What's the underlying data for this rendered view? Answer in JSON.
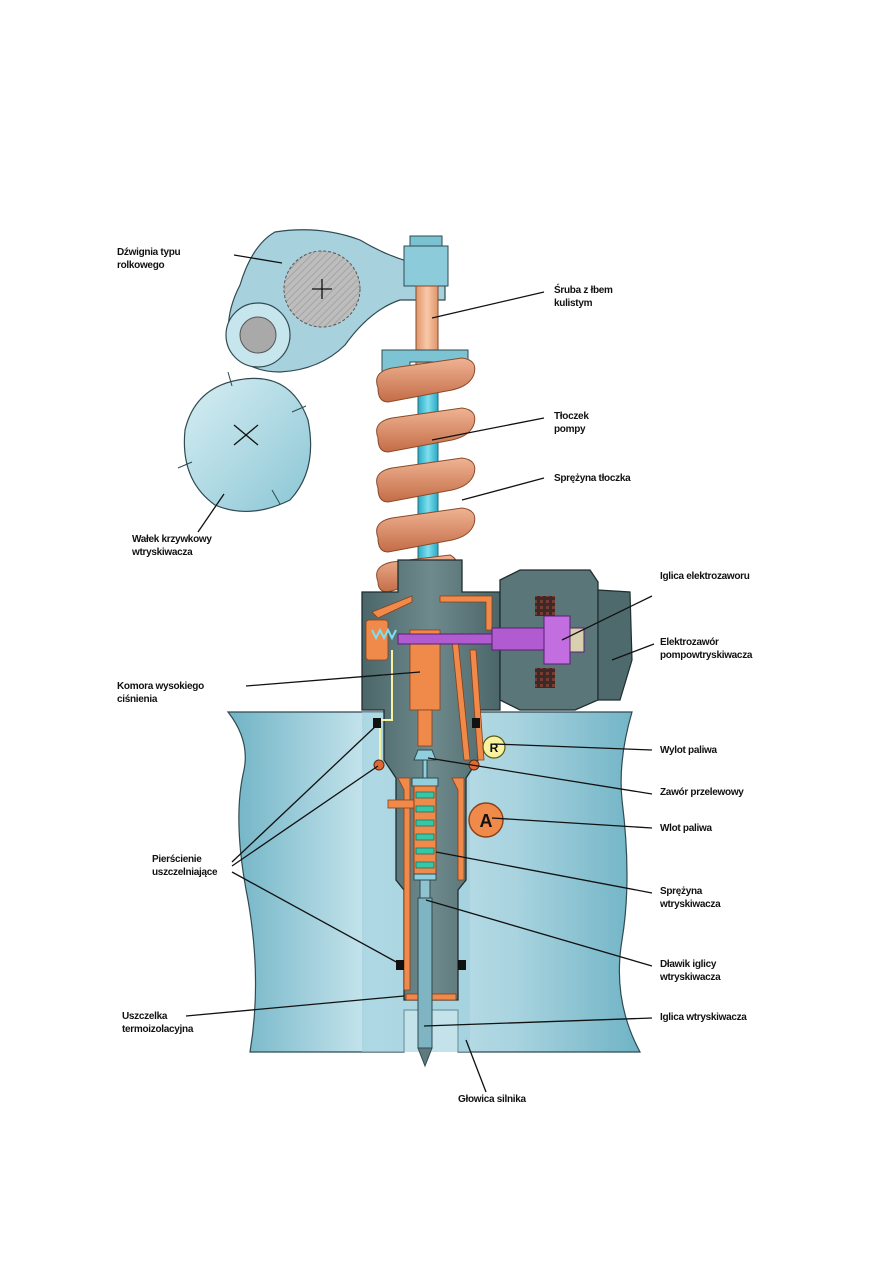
{
  "diagram": {
    "title": "Pompowtryskiwacz – przekrój",
    "colors": {
      "engine_head": "#a9d4df",
      "body_steel": "#5f7a7d",
      "fuel_orange": "#f08a4b",
      "spring_copper": "#d9825e",
      "plunger_cyan": "#45c6dc",
      "solenoid_purple": "#b05bd0",
      "cam_blue": "#b8dde6",
      "return_yellow": "#f7f3a0"
    },
    "markers": {
      "return": "R",
      "supply": "A"
    },
    "labels": {
      "rocker_arm": [
        "Dźwignia typu",
        "rolkowego"
      ],
      "ball_screw": [
        "Śruba z łbem",
        "kulistym"
      ],
      "pump_plunger": [
        "Tłoczek",
        "pompy"
      ],
      "plunger_spring": [
        "Sprężyna tłoczka"
      ],
      "camshaft": [
        "Wałek krzywkowy",
        "wtryskiwacza"
      ],
      "solenoid_needle": [
        "Iglica elektrozaworu"
      ],
      "solenoid_valve": [
        "Elektrozawór",
        "pompowtryskiwacza"
      ],
      "high_pressure": [
        "Komora wysokiego",
        "ciśnienia"
      ],
      "fuel_return": [
        "Wylot paliwa"
      ],
      "overflow_valve": [
        "Zawór przelewowy"
      ],
      "fuel_supply": [
        "Wlot paliwa"
      ],
      "seal_rings": [
        "Pierścienie",
        "uszczelniające"
      ],
      "injector_spring": [
        "Sprężyna",
        "wtryskiwacza"
      ],
      "needle_damper": [
        "Dławik iglicy",
        "wtryskiwacza"
      ],
      "heat_seal": [
        "Uszczelka",
        "termoizolacyjna"
      ],
      "injector_needle": [
        "Iglica wtryskiwacza"
      ],
      "cylinder_head": [
        "Głowica silnika"
      ]
    }
  }
}
